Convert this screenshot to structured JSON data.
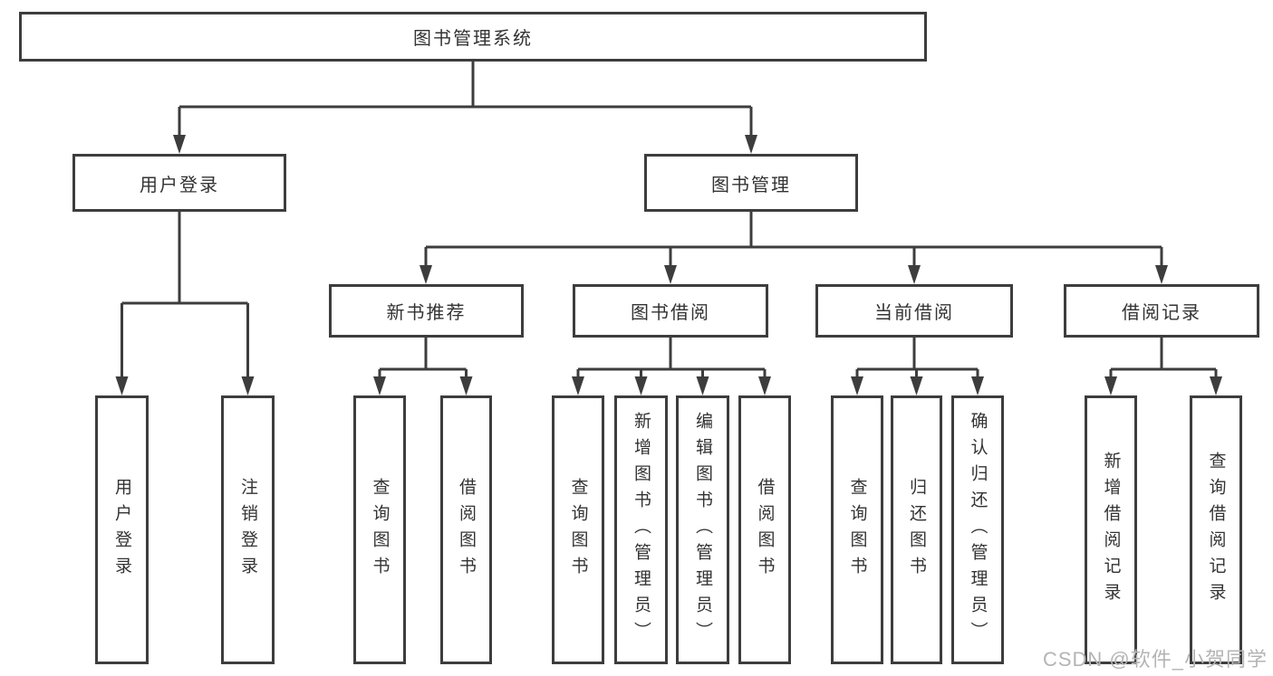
{
  "page": {
    "background": "#ffffff"
  },
  "colors": {
    "line": "#3d3d3d",
    "box_border": "#3d3d3d",
    "text": "#333333",
    "watermark": "#b4b4b4"
  },
  "watermark": {
    "text": "CSDN @软件_小贺同学"
  },
  "tree": {
    "root": {
      "label": "图书管理系统"
    },
    "children": [
      {
        "label": "用户登录",
        "children": [
          {
            "label": "用户登录"
          },
          {
            "label": "注销登录"
          }
        ]
      },
      {
        "label": "图书管理",
        "children": [
          {
            "label": "新书推荐",
            "children": [
              {
                "label": "查询图书"
              },
              {
                "label": "借阅图书"
              }
            ]
          },
          {
            "label": "图书借阅",
            "children": [
              {
                "label": "查询图书"
              },
              {
                "label": "新增图书（管理员）"
              },
              {
                "label": "编辑图书（管理员）"
              },
              {
                "label": "借阅图书"
              }
            ]
          },
          {
            "label": "当前借阅",
            "children": [
              {
                "label": "查询图书"
              },
              {
                "label": "归还图书"
              },
              {
                "label": "确认归还（管理员）"
              }
            ]
          },
          {
            "label": "借阅记录",
            "children": [
              {
                "label": "新增借阅记录"
              },
              {
                "label": "查询借阅记录"
              }
            ]
          }
        ]
      }
    ]
  }
}
